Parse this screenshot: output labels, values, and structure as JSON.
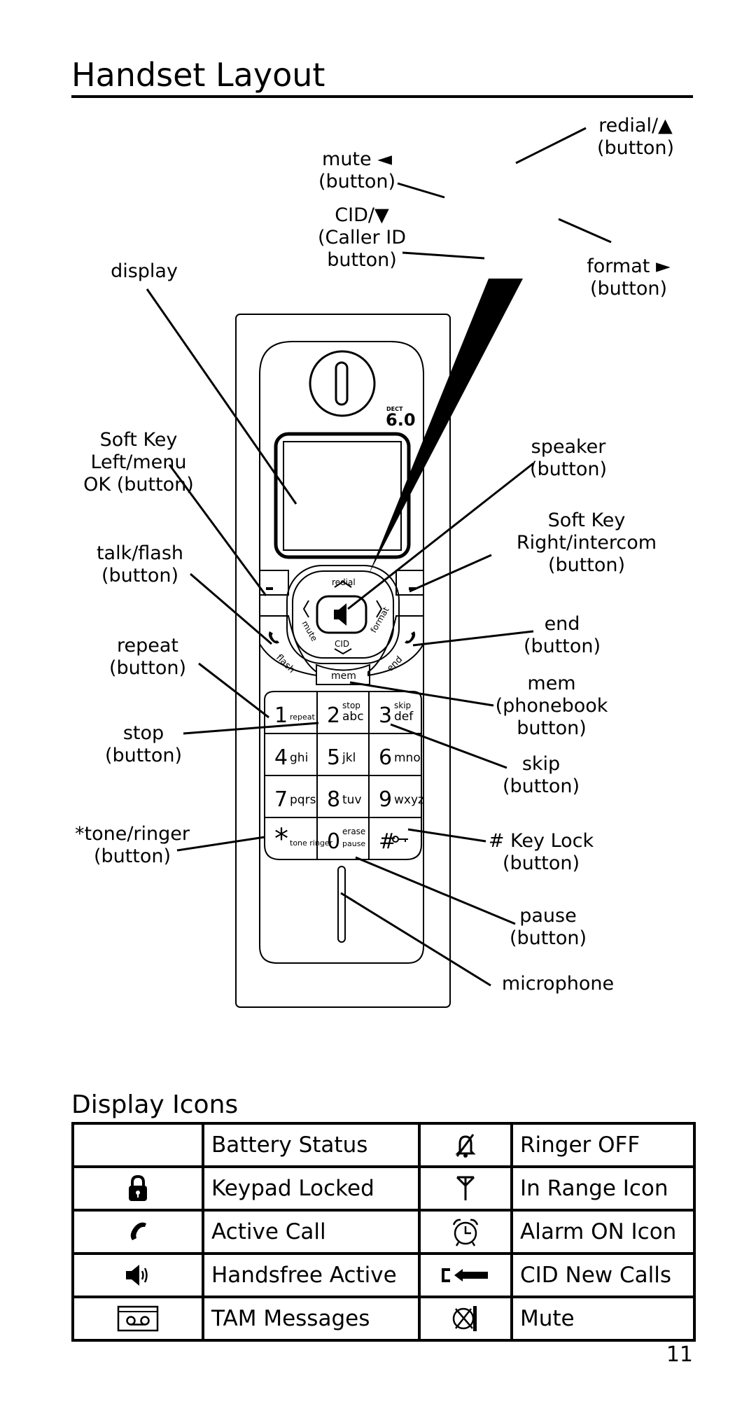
{
  "page": {
    "title": "Handset Layout",
    "page_number": "11"
  },
  "diagram": {
    "callouts": {
      "redial": [
        "redial/▲",
        "(button)"
      ],
      "mute": [
        "mute ◄",
        "(button)"
      ],
      "cid": [
        "CID/▼",
        "(Caller ID",
        "button)"
      ],
      "format": [
        "format ►",
        "(button)"
      ],
      "display": [
        "display"
      ],
      "soft_key_left": [
        "Soft Key",
        "Left/menu",
        "OK (button)"
      ],
      "speaker": [
        "speaker",
        "(button)"
      ],
      "soft_key_right": [
        "Soft Key",
        "Right/intercom",
        "(button)"
      ],
      "talk_flash": [
        "talk/flash",
        "(button)"
      ],
      "end": [
        "end",
        "(button)"
      ],
      "repeat": [
        "repeat",
        "(button)"
      ],
      "mem": [
        "mem",
        "(phonebook",
        "button)"
      ],
      "stop": [
        "stop",
        "(button)"
      ],
      "skip": [
        "skip",
        "(button)"
      ],
      "tone_ringer": [
        "*tone/ringer",
        "(button)"
      ],
      "key_lock": [
        "# Key Lock",
        "(button)"
      ],
      "pause": [
        "pause",
        "(button)"
      ],
      "microphone": [
        "microphone"
      ]
    },
    "handset_text": {
      "dect_small": "DECT",
      "dect_big": "6.0",
      "redial": "redial",
      "cid": "CID",
      "mute": "mute",
      "format": "format",
      "flash": "flash",
      "end": "end",
      "mem": "mem"
    },
    "keypad": [
      {
        "digit": "1",
        "letters": "repeat"
      },
      {
        "digit": "2",
        "letters": "abc",
        "extra": "stop"
      },
      {
        "digit": "3",
        "letters": "def",
        "extra": "skip"
      },
      {
        "digit": "4",
        "letters": "ghi"
      },
      {
        "digit": "5",
        "letters": "jkl"
      },
      {
        "digit": "6",
        "letters": "mno"
      },
      {
        "digit": "7",
        "letters": "pqrs"
      },
      {
        "digit": "8",
        "letters": "tuv"
      },
      {
        "digit": "9",
        "letters": "wxyz"
      },
      {
        "digit": "*",
        "letters": "tone ringer"
      },
      {
        "digit": "0",
        "letters": "pause",
        "extra": "erase"
      },
      {
        "digit": "#",
        "letters": ""
      }
    ]
  },
  "display_icons": {
    "heading": "Display Icons",
    "rows": [
      {
        "left_icon": "battery-status-icon",
        "left_label": "Battery Status",
        "right_icon": "ringer-off-icon",
        "right_label": "Ringer OFF"
      },
      {
        "left_icon": "padlock-icon",
        "left_label": "Keypad Locked",
        "right_icon": "antenna-icon",
        "right_label": "In Range Icon"
      },
      {
        "left_icon": "phone-handset-icon",
        "left_label": "Active Call",
        "right_icon": "alarm-clock-icon",
        "right_label": "Alarm ON Icon"
      },
      {
        "left_icon": "speaker-icon",
        "left_label": "Handsfree Active",
        "right_icon": "cid-new-calls-icon",
        "right_label": "CID New Calls"
      },
      {
        "left_icon": "tape-cassette-icon",
        "left_label": "TAM Messages",
        "right_icon": "mute-icon",
        "right_label": "Mute"
      }
    ]
  }
}
